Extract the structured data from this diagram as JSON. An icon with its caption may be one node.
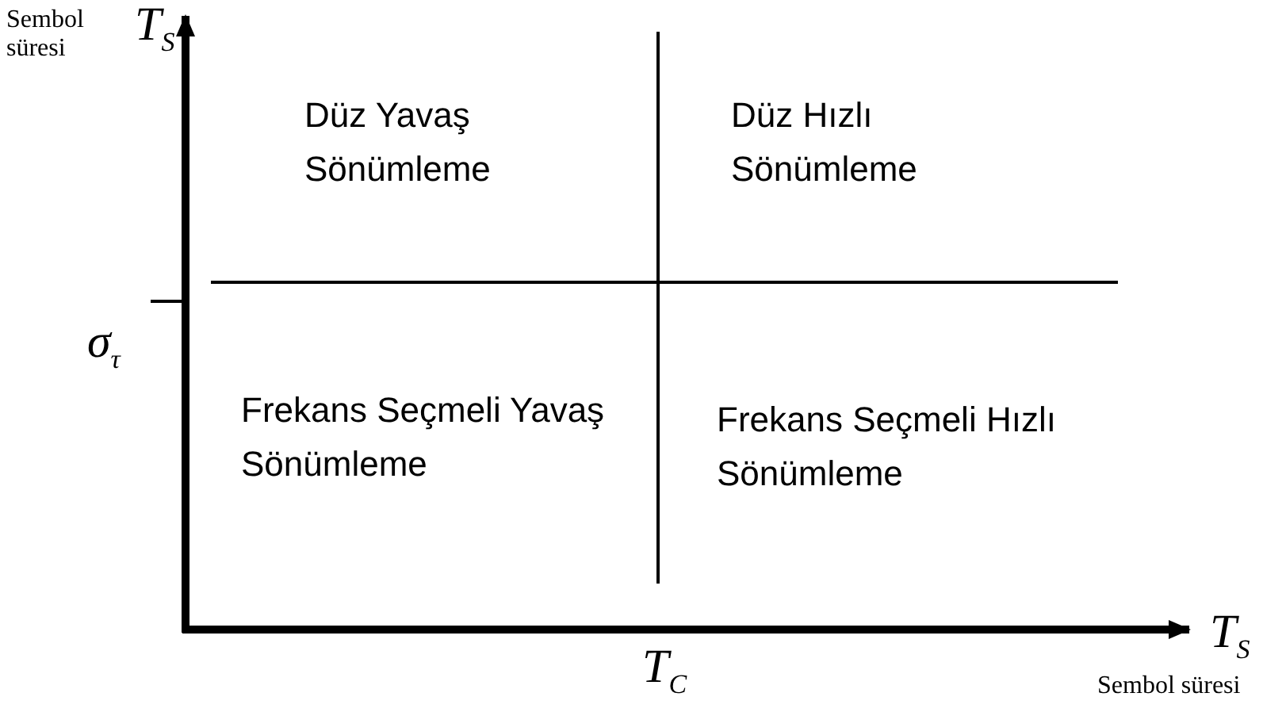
{
  "diagram": {
    "labels": [
      "Sembol süresi",
      "T$_{S}$",
      "Düz Yavaş Sönümleme",
      "Düz Hızlı Sönümleme",
      "σ$_{τ}$",
      "Frekans Seçmeli Yavaş Sönümleme",
      "Frekans Seçmeli Hızlı Sönümleme",
      "T$_{C}$",
      "T$_{S}$",
      "Sembol süresi"
    ]
  }
}
